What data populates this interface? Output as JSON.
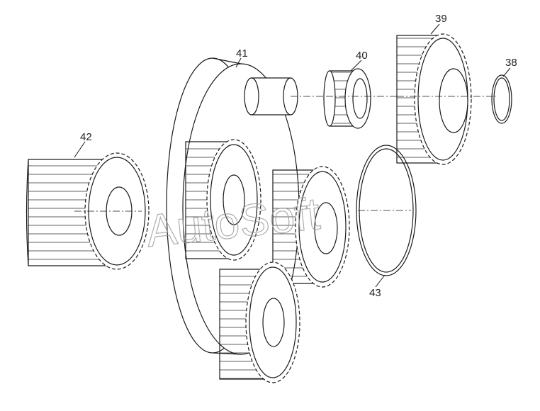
{
  "diagram": {
    "callouts": [
      {
        "id": "c42",
        "label": "42"
      },
      {
        "id": "c41",
        "label": "41"
      },
      {
        "id": "c40",
        "label": "40"
      },
      {
        "id": "c39",
        "label": "39"
      },
      {
        "id": "c38",
        "label": "38"
      },
      {
        "id": "c43",
        "label": "43"
      }
    ],
    "watermark": "AutoSoft",
    "colors": {
      "line": "#1a1a1a",
      "background": "#ffffff",
      "watermark": "#9a9a9a"
    }
  }
}
